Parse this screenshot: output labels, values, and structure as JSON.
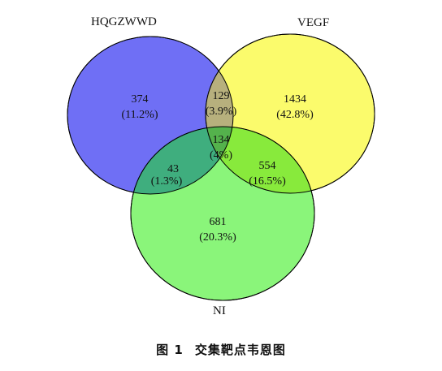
{
  "sets": {
    "a": {
      "label": "HQGZWWD",
      "color": "#6f6ff5"
    },
    "b": {
      "label": "VEGF",
      "color": "#fbfb6c"
    },
    "c": {
      "label": "NI",
      "color": "#8af57a"
    }
  },
  "regions": {
    "a_only": {
      "count": "374",
      "pct": "(11.2%)"
    },
    "ab": {
      "count": "129",
      "pct": "(3.9%)"
    },
    "b_only": {
      "count": "1434",
      "pct": "(42.8%)"
    },
    "abc": {
      "count": "134",
      "pct": "(4%)"
    },
    "ac": {
      "count": "43",
      "pct": "(1.3%)"
    },
    "bc": {
      "count": "554",
      "pct": "(16.5%)"
    },
    "c_only": {
      "count": "681",
      "pct": "(20.3%)"
    }
  },
  "caption": {
    "figure_no": "图 1",
    "title": "交集靶点韦恩图"
  }
}
